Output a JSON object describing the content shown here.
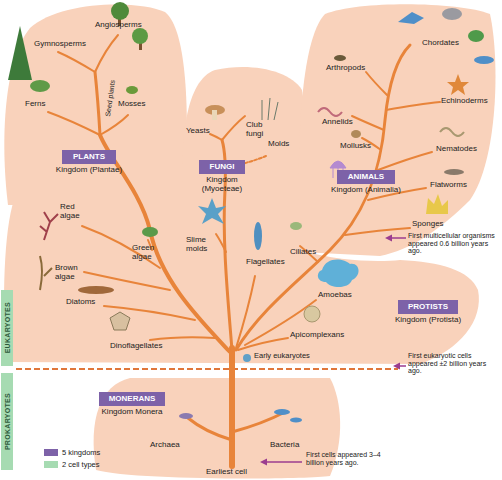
{
  "diagram": {
    "nodes": [
      {
        "text": [
          "PLANTS",
          "Kingdom (Plantae)"
        ]
      },
      {
        "text": [
          "FUNGI",
          "Kingdom (Myoeteae)"
        ]
      },
      {
        "text": [
          "ANIMALS",
          "Kingdom (Animalia)"
        ]
      },
      {
        "text": [
          "EUKARYOTES"
        ]
      },
      {
        "text": [
          "PROTISTS",
          "Kingdom (Protista)"
        ]
      },
      {
        "text": [
          "PROKARYOTES"
        ]
      },
      {
        "text": [
          "MONERANS",
          "Kingdom Monera"
        ]
      }
    ],
    "labels": [
      "Angiosperms",
      "Chordates",
      "Gymnosperms",
      "Arthropods",
      "Seed plants",
      "Echinoderms",
      "Ferns",
      "Mosses",
      "Annelids",
      "Yeasts",
      "Club fungi",
      "Mollusks",
      "Nematodes",
      "Molds",
      "Flatworms",
      "Red algae",
      "Sponges",
      "First multicellular organisms appeared 0.6 billion years ago.",
      "Ciliates",
      "Slime molds",
      "Green algae",
      "Flagellates",
      "Brown algae",
      "Amoebas",
      "Diatoms",
      "Apicomplexans",
      "Dinoflagellates",
      "Early eukaryotes",
      "First eukaryotic cells appeared ±2 billion years ago.",
      "Archaea",
      "Bacteria",
      "First cells appeared 3–4 billion years ago.",
      "Earliest cell"
    ],
    "legend": [
      {
        "text": "5 kingdoms",
        "color": "#7d62a8"
      },
      {
        "text": "2 cell types",
        "color": "#a6dbb2"
      }
    ]
  }
}
